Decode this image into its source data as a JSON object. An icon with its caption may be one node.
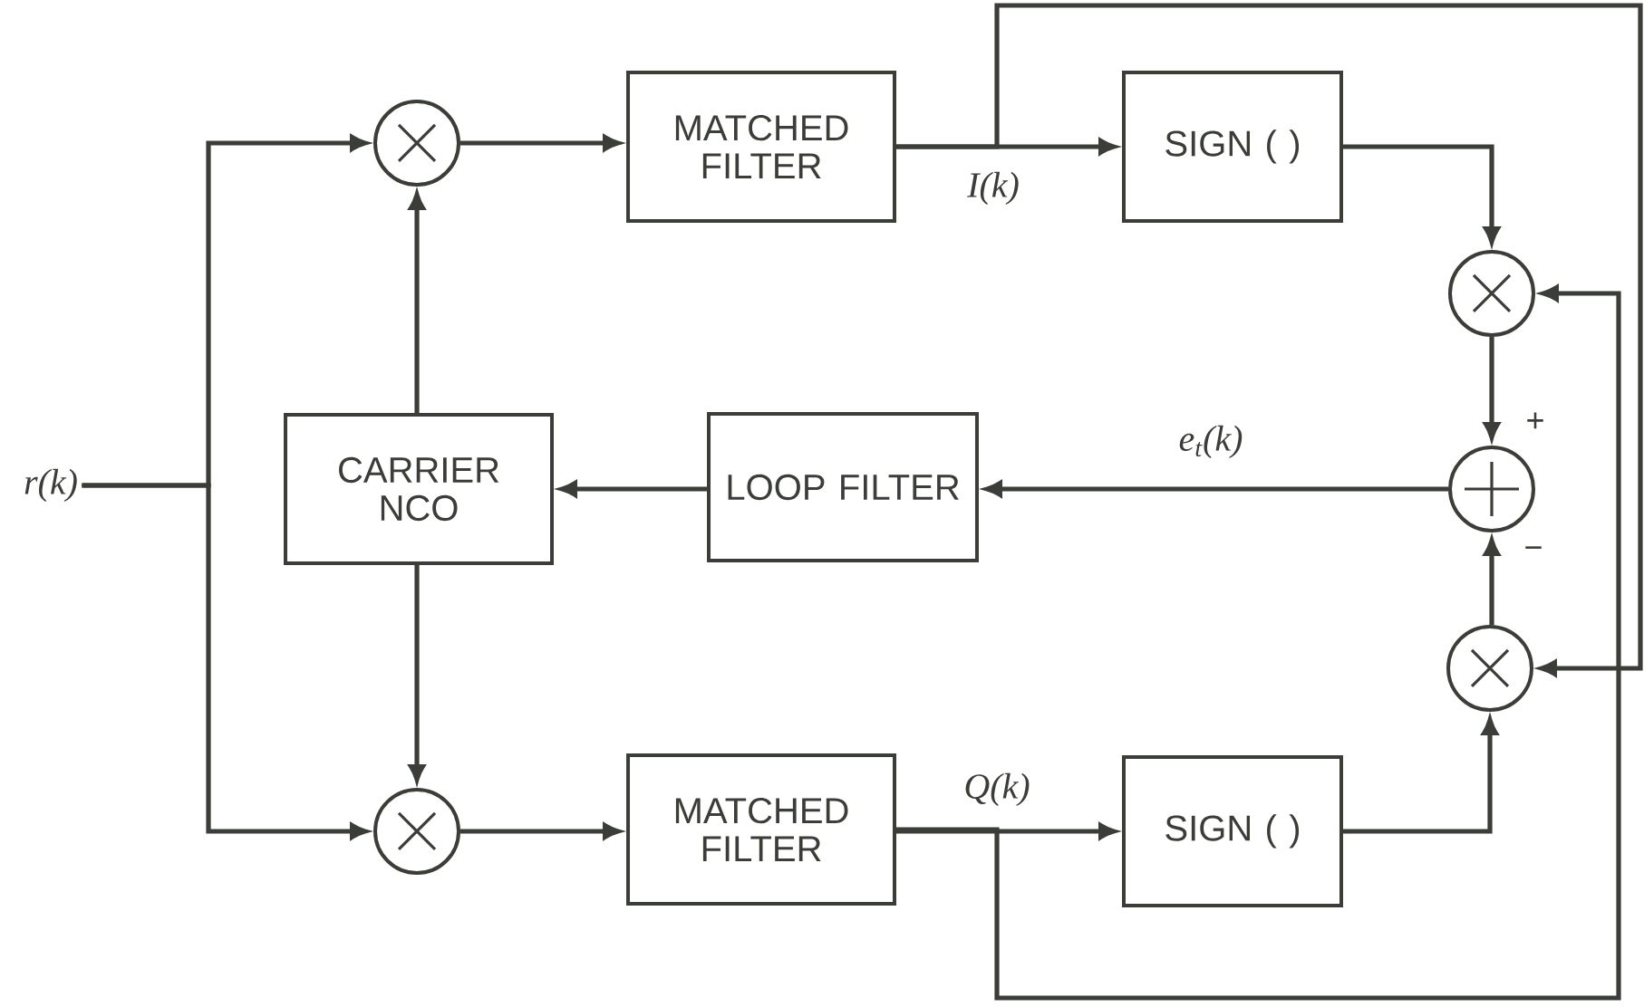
{
  "diagram": {
    "nodes": [
      {
        "text": [
          "r(k)"
        ]
      },
      {
        "text": [],
        "shape": "circle"
      },
      {
        "text": [
          "MATCHED FILTER"
        ]
      },
      {
        "text": [
          "SIGN ( )"
        ]
      },
      {
        "text": [],
        "shape": "circle"
      },
      {
        "text": [
          "CARRIER NCO"
        ]
      },
      {
        "text": [
          "LOOP FILTER"
        ]
      },
      {
        "text": [],
        "shape": "circle"
      },
      {
        "text": [],
        "shape": "circle"
      },
      {
        "text": [],
        "shape": "circle"
      },
      {
        "text": [
          "MATCHED FILTER"
        ]
      },
      {
        "text": [
          "SIGN ( )"
        ]
      }
    ],
    "edges": [
      {
        "from": 0,
        "to": 1,
        "arrow": "to"
      },
      {
        "from": 0,
        "to": 9,
        "arrow": "to"
      },
      {
        "from": 1,
        "to": 2,
        "arrow": "to"
      },
      {
        "from": 2,
        "to": 3,
        "arrow": "to",
        "label": "I(k)"
      },
      {
        "from": 2,
        "to": 8,
        "arrow": "to"
      },
      {
        "from": 3,
        "to": 4,
        "arrow": "to"
      },
      {
        "from": 4,
        "to": 7,
        "arrow": "to"
      },
      {
        "from": 5,
        "to": 1,
        "arrow": "to"
      },
      {
        "from": 5,
        "to": 9,
        "arrow": "to"
      },
      {
        "from": 6,
        "to": 5,
        "arrow": "to"
      },
      {
        "from": 7,
        "to": 6,
        "arrow": "to",
        "label": "e$_{t}$(k)"
      },
      {
        "from": 8,
        "to": 7,
        "arrow": "to"
      },
      {
        "from": 9,
        "to": 10,
        "arrow": "to"
      },
      {
        "from": 10,
        "to": 11,
        "arrow": "to",
        "label": "Q(k)"
      },
      {
        "from": 10,
        "to": 4,
        "arrow": "to"
      },
      {
        "from": 11,
        "to": 8,
        "arrow": "to"
      }
    ],
    "labels": [
      "+",
      "−"
    ]
  }
}
